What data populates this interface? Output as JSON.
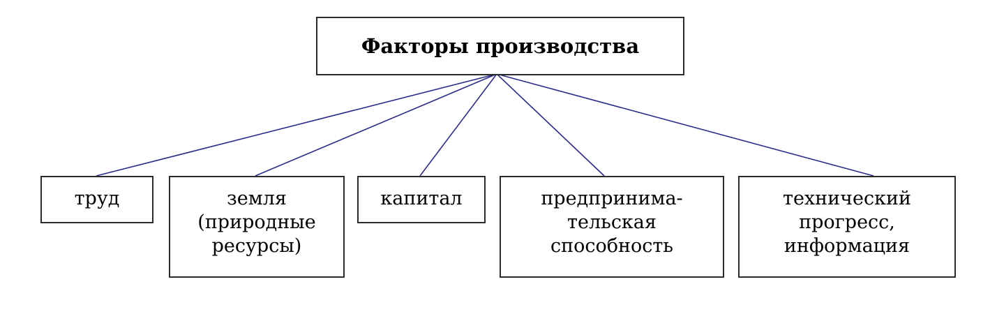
{
  "root": {
    "label": "Факторы производства"
  },
  "nodes": [
    {
      "lines": [
        "труд"
      ]
    },
    {
      "lines": [
        "земля",
        "(природные",
        "ресурсы)"
      ]
    },
    {
      "lines": [
        "капитал"
      ]
    },
    {
      "lines": [
        "предпринима-",
        "тельская",
        "способность"
      ]
    },
    {
      "lines": [
        "технический",
        "прогресс,",
        "информация"
      ]
    }
  ],
  "colors": {
    "line": "#2b2b8a",
    "border": "#2b2b2b"
  }
}
